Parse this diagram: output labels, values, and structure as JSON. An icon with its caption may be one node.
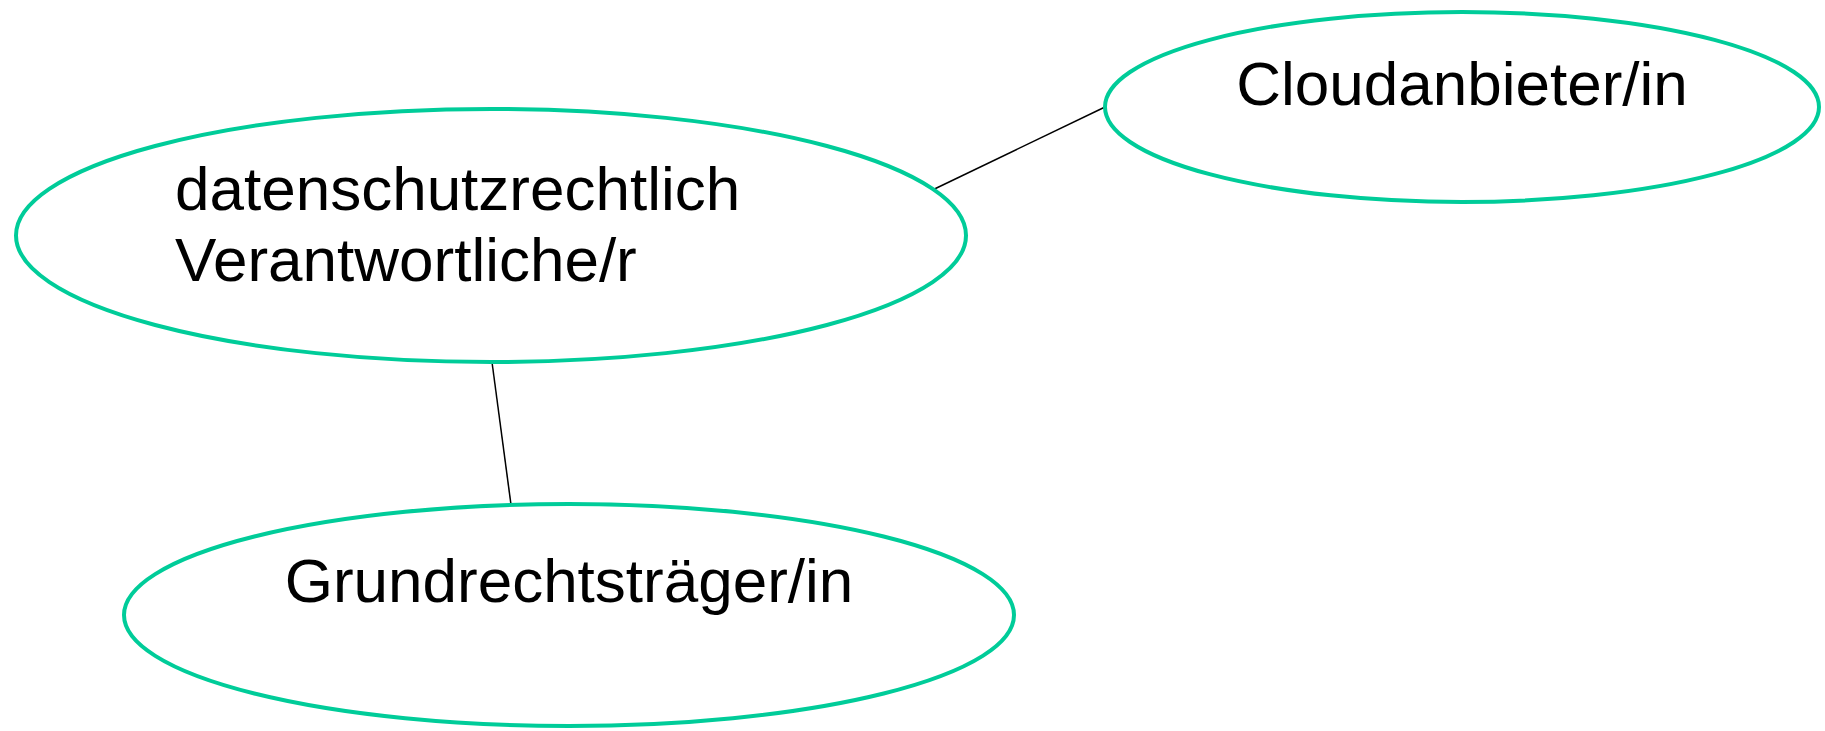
{
  "diagram": {
    "nodes": [
      {
        "text": [
          "datenschutzrechtlich Verantwortliche/r"
        ]
      },
      {
        "text": [
          "Cloudanbieter/in"
        ]
      },
      {
        "text": [
          "Grundrechtsträger/in"
        ]
      }
    ],
    "edges": [
      {
        "from": 0,
        "to": 1,
        "arrow": "none"
      },
      {
        "from": 0,
        "to": 2,
        "arrow": "none"
      }
    ]
  }
}
